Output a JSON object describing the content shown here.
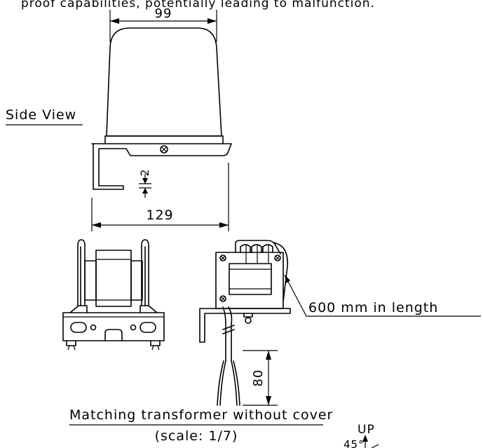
{
  "header_text": "proof capabilities, potentially leading to malfunction.",
  "side_view": {
    "label": "Side View",
    "dim_top": "99",
    "dim_gap": "2",
    "dim_bottom": "129"
  },
  "transformer": {
    "cable_label": "600 mm in length",
    "lead_dim": "80",
    "caption": "Matching transformer without cover",
    "scale": "(scale: 1/7)"
  },
  "orientation": {
    "up_label": "UP",
    "angle_label": "45°"
  }
}
